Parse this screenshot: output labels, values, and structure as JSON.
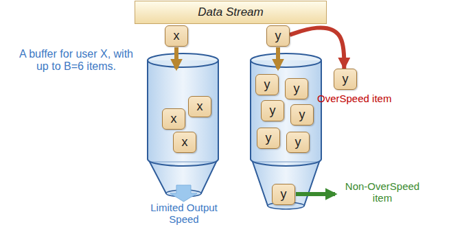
{
  "diagram": {
    "nodes": [
      {
        "text": [
          "Data Stream"
        ]
      },
      {
        "text": [
          "x"
        ]
      },
      {
        "text": [
          "y"
        ]
      },
      {
        "text": [
          "y"
        ]
      },
      {
        "text": [
          "x"
        ]
      },
      {
        "text": [
          "x"
        ]
      },
      {
        "text": [
          "x"
        ]
      },
      {
        "text": [
          "y"
        ]
      },
      {
        "text": [
          "y"
        ]
      },
      {
        "text": [
          "y"
        ]
      },
      {
        "text": [
          "y"
        ]
      },
      {
        "text": [
          "y"
        ]
      },
      {
        "text": [
          "y"
        ]
      },
      {
        "text": [
          "y"
        ]
      }
    ],
    "edges": [
      {
        "from": 2,
        "to": 3,
        "arrow": "to"
      }
    ],
    "labels": [
      "A buffer for user X, with up to B=6 items.",
      "Limited Output Speed",
      "OverSpeed item",
      "Non-OverSpeed item"
    ]
  }
}
